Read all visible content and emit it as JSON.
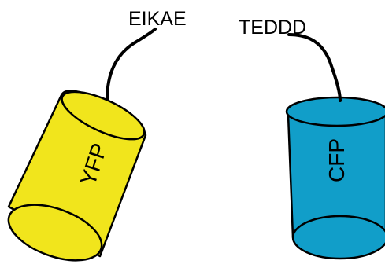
{
  "proteins": [
    {
      "label": "YFP",
      "tag": "EIKAE",
      "color": "#f1e51c"
    },
    {
      "label": "CFP",
      "tag": "TEDDD",
      "color": "#119ec9"
    }
  ]
}
